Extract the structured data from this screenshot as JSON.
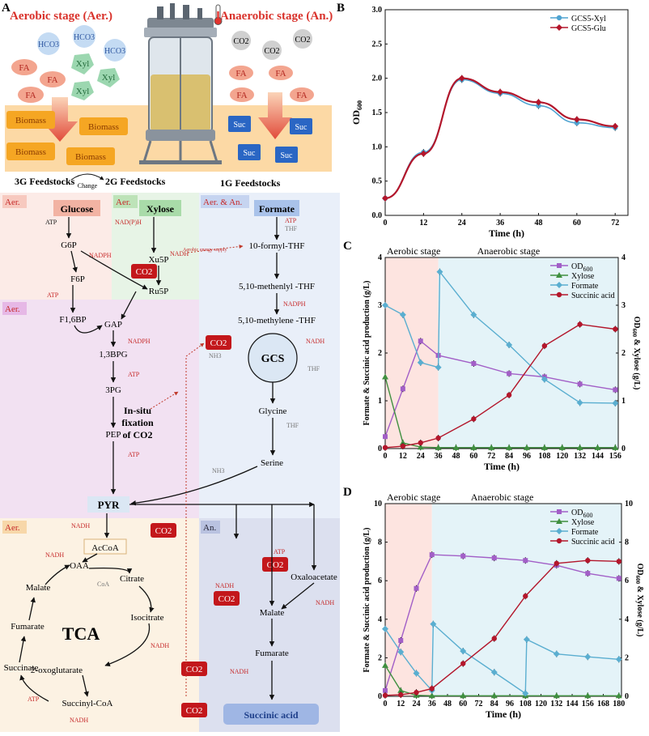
{
  "panel_letters": {
    "a": "A",
    "b": "B",
    "c": "C",
    "d": "D"
  },
  "panel_a": {
    "aer_title": "Aerobic stage (Aer.)",
    "an_title": "Anaerobic stage (An.)",
    "aer_bubbles": [
      "HCO3",
      "HCO3",
      "HCO3",
      "Xyl",
      "Xyl",
      "Xyl",
      "FA",
      "FA",
      "FA"
    ],
    "an_bubbles": [
      "CO2",
      "CO2",
      "CO2",
      "FA",
      "FA",
      "FA",
      "FA"
    ],
    "biomass": [
      "Biomass",
      "Biomass",
      "Biomass",
      "Biomass"
    ],
    "suc": [
      "Suc",
      "Suc",
      "Suc",
      "Suc"
    ],
    "feed3g": "3G Feedstocks",
    "change": "Change",
    "feed2g": "2G Feedstocks",
    "feed1g": "1G Feedstocks",
    "colors": {
      "orange_band": "#fcd9a5",
      "aer_red": "#d9322b",
      "biomass": "#f5a623",
      "suc": "#2a66c4"
    }
  },
  "pathway": {
    "tags": {
      "aer1": "Aer.",
      "aer2": "Aer.",
      "aeran": "Aer. & An.",
      "aer3": "Aer.",
      "aer4": "Aer.",
      "an": "An."
    },
    "glucose": "Glucose",
    "xylose": "Xylose",
    "formate": "Formate",
    "g6p": "G6P",
    "f6p": "F6P",
    "f16bp": "F1,6BP",
    "xu5p": "Xu5P",
    "ru5p": "Ru5P",
    "gap": "GAP",
    "bpg": "1,3BPG",
    "pg3": "3PG",
    "pep": "PEP",
    "pyr": "PYR",
    "acoa": "AcCoA",
    "oaa": "OAA",
    "citrate": "Citrate",
    "isocitrate": "Isocitrate",
    "oxo": "2-oxoglutarate",
    "succoa": "Succinyl-CoA",
    "succinate": "Succinate",
    "fumarate": "Fumarate",
    "malate": "Malate",
    "tca": "TCA",
    "thf10": "10-formyl-THF",
    "thf510a": "5,10-methenlyl -THF",
    "thf510b": "5,10-methylene -THF",
    "gcs": "GCS",
    "glycine": "Glycine",
    "serine": "Serine",
    "oxaloacetate": "Oxaloacetate",
    "malate2": "Malate",
    "fumarate2": "Fumarate",
    "succinic": "Succinic acid",
    "insitu1": "In-situ",
    "insitu2": "fixation",
    "insitu3": "of CO2",
    "aerobic_supply": "Aerobic energy supply",
    "co2": "CO2",
    "atp": "ATP",
    "nadph": "NADPH",
    "nadh": "NADH",
    "napdh_x": "NAD(P)H",
    "thf": "THF",
    "nh3": "NH3",
    "coa": "CoA"
  },
  "chart_data": [
    {
      "panel": "B",
      "type": "line",
      "xlabel": "Time (h)",
      "ylabel": "OD600",
      "xlim": [
        0,
        76
      ],
      "ylim": [
        0,
        3.0
      ],
      "xticks": [
        0,
        12,
        24,
        36,
        48,
        60,
        72
      ],
      "yticks": [
        0,
        0.5,
        1.0,
        1.5,
        2.0,
        2.5,
        3.0
      ],
      "legend_position": "top-right",
      "series": [
        {
          "name": "GCS5-Xyl",
          "color": "#4fa3d1",
          "x": [
            0,
            12,
            24,
            36,
            48,
            60,
            72
          ],
          "y": [
            0.25,
            0.92,
            1.98,
            1.78,
            1.6,
            1.35,
            1.28
          ]
        },
        {
          "name": "GCS5-Glu",
          "color": "#b3162b",
          "x": [
            0,
            12,
            24,
            36,
            48,
            60,
            72
          ],
          "y": [
            0.25,
            0.9,
            2.0,
            1.8,
            1.65,
            1.4,
            1.3
          ]
        }
      ]
    },
    {
      "panel": "C",
      "type": "line",
      "xlabel": "Time (h)",
      "ylabel_left": "Formate & Succinic acid production (g/L)",
      "ylabel_right": "OD600 & Xylose (g/L)",
      "stage_labels": [
        "Aerobic stage",
        "Anaerobic stage"
      ],
      "xlim": [
        0,
        158
      ],
      "ylim": [
        0,
        4
      ],
      "xticks": [
        0,
        12,
        24,
        36,
        48,
        60,
        72,
        84,
        96,
        108,
        120,
        132,
        144,
        156
      ],
      "yticks": [
        0,
        1,
        2,
        3,
        4
      ],
      "aerobic_end": 36,
      "legend_position": "top-right",
      "series": [
        {
          "name": "OD600",
          "color": "#a25fc7",
          "x": [
            0,
            12,
            24,
            36,
            60,
            84,
            108,
            132,
            156
          ],
          "y": [
            0.25,
            1.25,
            2.25,
            1.95,
            1.78,
            1.57,
            1.5,
            1.35,
            1.23
          ]
        },
        {
          "name": "Xylose",
          "color": "#3f8f3f",
          "x": [
            0,
            12,
            24,
            36,
            48,
            60,
            72,
            84,
            96,
            108,
            120,
            132,
            144,
            156
          ],
          "y": [
            1.5,
            0.12,
            0.03,
            0.02,
            0.02,
            0.02,
            0.02,
            0.02,
            0.02,
            0.02,
            0.02,
            0.02,
            0.02,
            0.02
          ]
        },
        {
          "name": "Formate",
          "color": "#5aaed0",
          "x": [
            0,
            12,
            24,
            36,
            37,
            60,
            84,
            108,
            132,
            156
          ],
          "y": [
            3.0,
            2.8,
            1.8,
            1.7,
            3.7,
            2.8,
            2.17,
            1.45,
            0.96,
            0.95
          ]
        },
        {
          "name": "Succinic acid",
          "color": "#b3162b",
          "x": [
            0,
            12,
            24,
            36,
            60,
            84,
            108,
            132,
            156
          ],
          "y": [
            0.02,
            0.05,
            0.12,
            0.22,
            0.62,
            1.12,
            2.15,
            2.6,
            2.5
          ]
        }
      ]
    },
    {
      "panel": "D",
      "type": "line",
      "xlabel": "Time (h)",
      "ylabel_left": "Formate & Succinic acid production (g/L)",
      "ylabel_right": "OD600 & Xylose (g/L)",
      "stage_labels": [
        "Aerobic stage",
        "Anaerobic stage"
      ],
      "xlim": [
        0,
        182
      ],
      "ylim": [
        0,
        10
      ],
      "xticks": [
        0,
        12,
        24,
        36,
        48,
        60,
        72,
        84,
        96,
        108,
        120,
        132,
        144,
        156,
        168,
        180
      ],
      "yticks": [
        0,
        2,
        4,
        6,
        8,
        10
      ],
      "aerobic_end": 36,
      "legend_position": "top-right",
      "series": [
        {
          "name": "OD600",
          "color": "#a25fc7",
          "x": [
            0,
            12,
            24,
            36,
            60,
            84,
            108,
            132,
            156,
            180
          ],
          "y": [
            0.3,
            2.9,
            5.6,
            7.35,
            7.28,
            7.18,
            7.05,
            6.8,
            6.38,
            6.12
          ]
        },
        {
          "name": "Xylose",
          "color": "#3f8f3f",
          "x": [
            0,
            12,
            24,
            36,
            60,
            84,
            108,
            132,
            156,
            180
          ],
          "y": [
            1.6,
            0.3,
            0.05,
            0.03,
            0.03,
            0.03,
            0.03,
            0.03,
            0.03,
            0.03
          ]
        },
        {
          "name": "Formate",
          "color": "#5aaed0",
          "x": [
            0,
            12,
            24,
            36,
            37,
            60,
            84,
            108,
            109,
            132,
            156,
            180
          ],
          "y": [
            3.5,
            2.3,
            1.2,
            0.3,
            3.75,
            2.35,
            1.25,
            0.15,
            2.95,
            2.2,
            2.05,
            1.92
          ]
        },
        {
          "name": "Succinic acid",
          "color": "#b3162b",
          "x": [
            0,
            12,
            24,
            36,
            60,
            84,
            108,
            132,
            156,
            180
          ],
          "y": [
            0.05,
            0.08,
            0.2,
            0.4,
            1.7,
            3.0,
            5.2,
            6.9,
            7.05,
            7.0
          ]
        }
      ]
    }
  ]
}
